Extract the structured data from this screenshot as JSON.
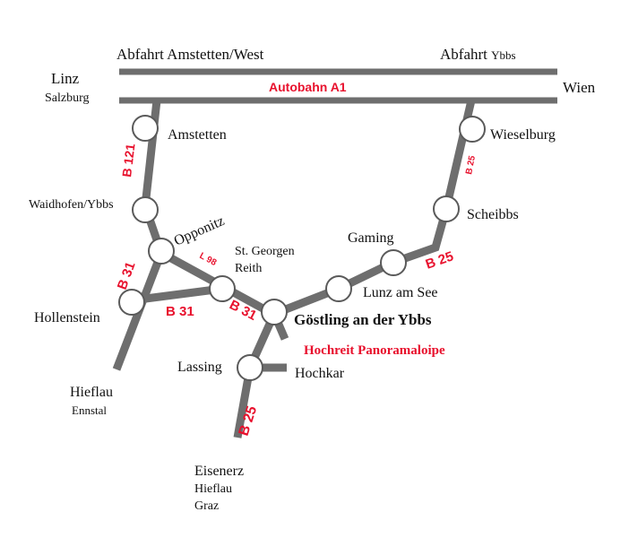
{
  "motorway": {
    "name": "Autobahn A1",
    "west_exit": "Abfahrt Amstetten/West",
    "east_exit_prefix": "Abfahrt",
    "east_exit_town": "Ybbs",
    "west_dest_1": "Linz",
    "west_dest_2": "Salzburg",
    "east_dest": "Wien",
    "color": "#e8112d"
  },
  "places": {
    "amstetten": "Amstetten",
    "wieselburg": "Wieselburg",
    "waidhofen": "Waidhofen/Ybbs",
    "opponitz": "Opponitz",
    "st_georgen_1": "St. Georgen",
    "st_georgen_2": "Reith",
    "scheibbs": "Scheibbs",
    "gaming": "Gaming",
    "lunz": "Lunz am See",
    "hollenstein": "Hollenstein",
    "goestling": "Göstling an der Ybbs",
    "hochreit": "Hochreit Panoramaloipe",
    "lassing": "Lassing",
    "hochkar": "Hochkar",
    "hieflau_1": "Hieflau",
    "hieflau_2": "Ennstal",
    "south_1": "Eisenerz",
    "south_2": "Hieflau",
    "south_3": "Graz"
  },
  "road_numbers": {
    "b121": "B 121",
    "b25_north": "B 25",
    "l98": "L 98",
    "b31_west": "B 31",
    "b31_mid": "B 31",
    "b31_east": "B 31",
    "b25_east": "B 25",
    "b25_south": "B 25"
  },
  "colors": {
    "road": "#6e6e6e",
    "labels_red": "#e8112d",
    "text": "#111111"
  }
}
